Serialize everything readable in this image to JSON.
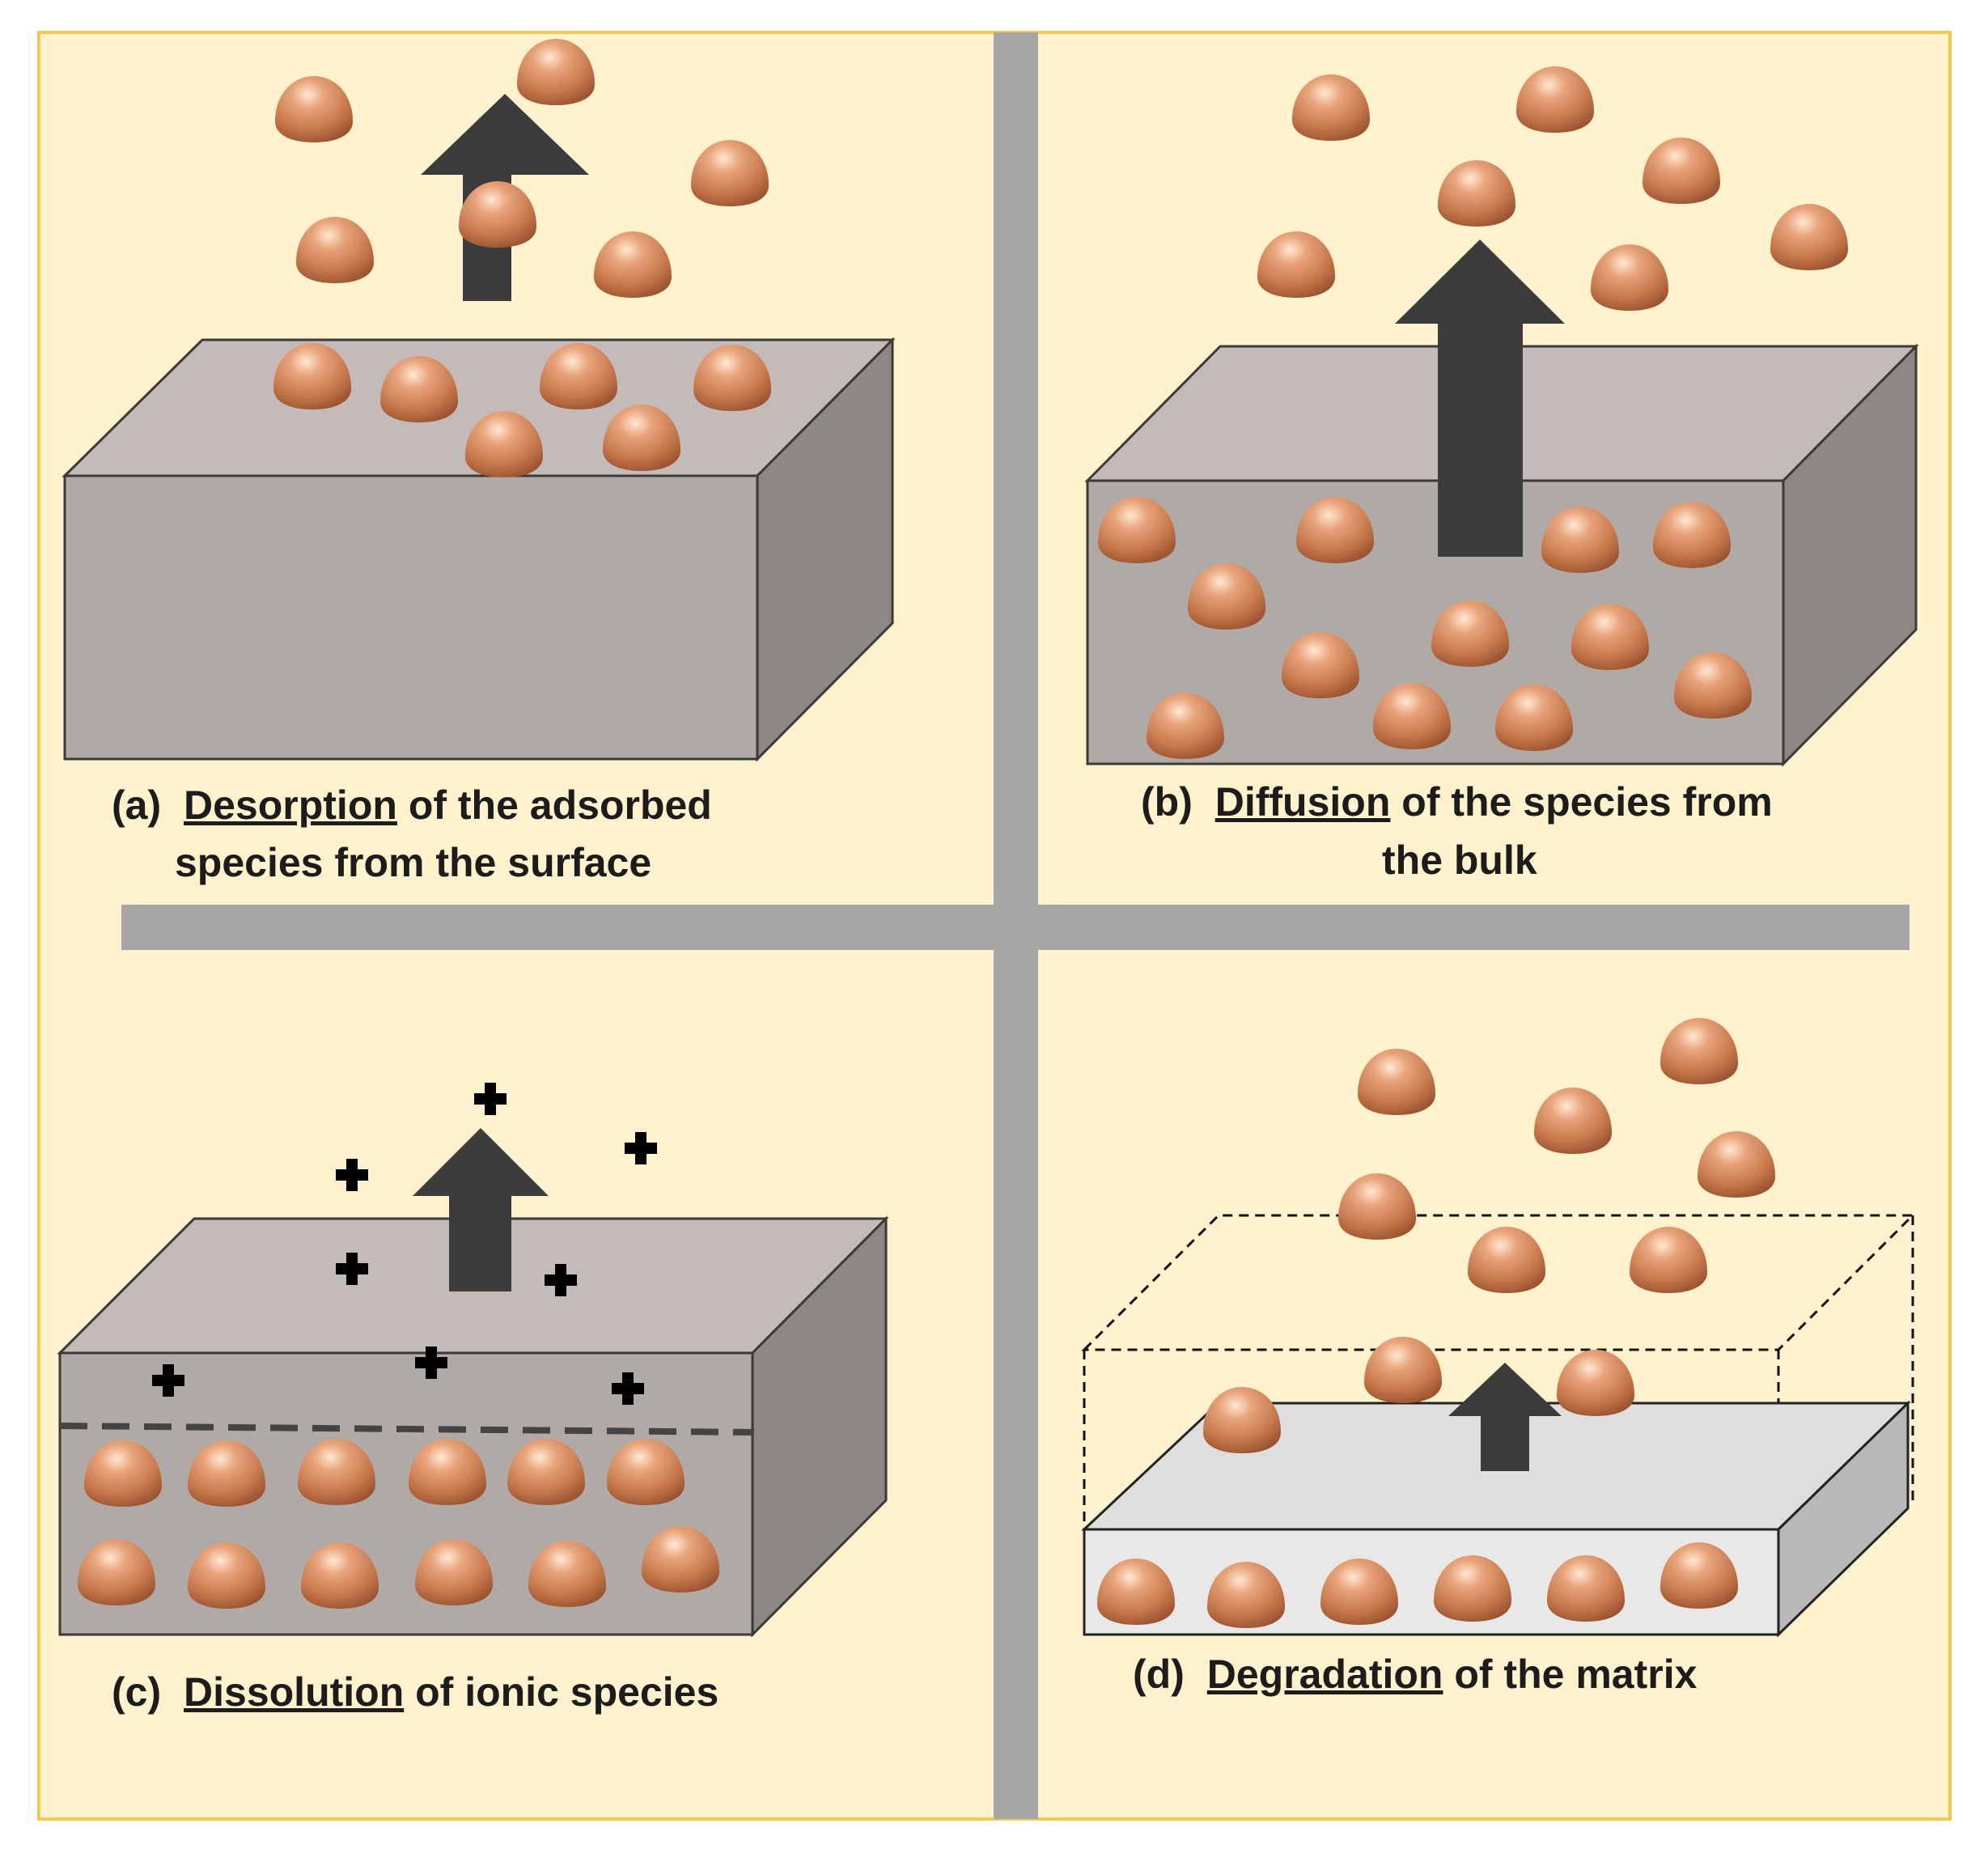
{
  "colors": {
    "background": "#fff2cc",
    "frame_border": "#f2c94c",
    "divider": "#a6a6a6",
    "block_top": "#c2bbb8",
    "block_front": "#b0aaa7",
    "block_side": "#8c8886",
    "light_block_top": "#dedede",
    "light_block_front": "#e8e8e8",
    "light_block_side": "#b8b8b8",
    "arrow": "#3c3c3c",
    "particle": "#d0875d",
    "ion": "#000000"
  },
  "panels": [
    {
      "id": "a",
      "prefix": "(a)",
      "keyword": "Desorption",
      "line1_rest": " of the adsorbed",
      "line2": "species from the surface"
    },
    {
      "id": "b",
      "prefix": "(b)",
      "keyword": "Diffusion",
      "line1_rest": " of the species from",
      "line2": "the bulk"
    },
    {
      "id": "c",
      "prefix": "(c)",
      "keyword": "Dissolution",
      "line1_rest": " of ionic species",
      "line2": ""
    },
    {
      "id": "d",
      "prefix": "(d)",
      "keyword": "Degradation",
      "line1_rest": " of the matrix",
      "line2": ""
    }
  ],
  "icons": {
    "particle": "sphere-particle-icon",
    "ion": "plus-ion-icon",
    "arrow": "up-arrow-icon"
  }
}
